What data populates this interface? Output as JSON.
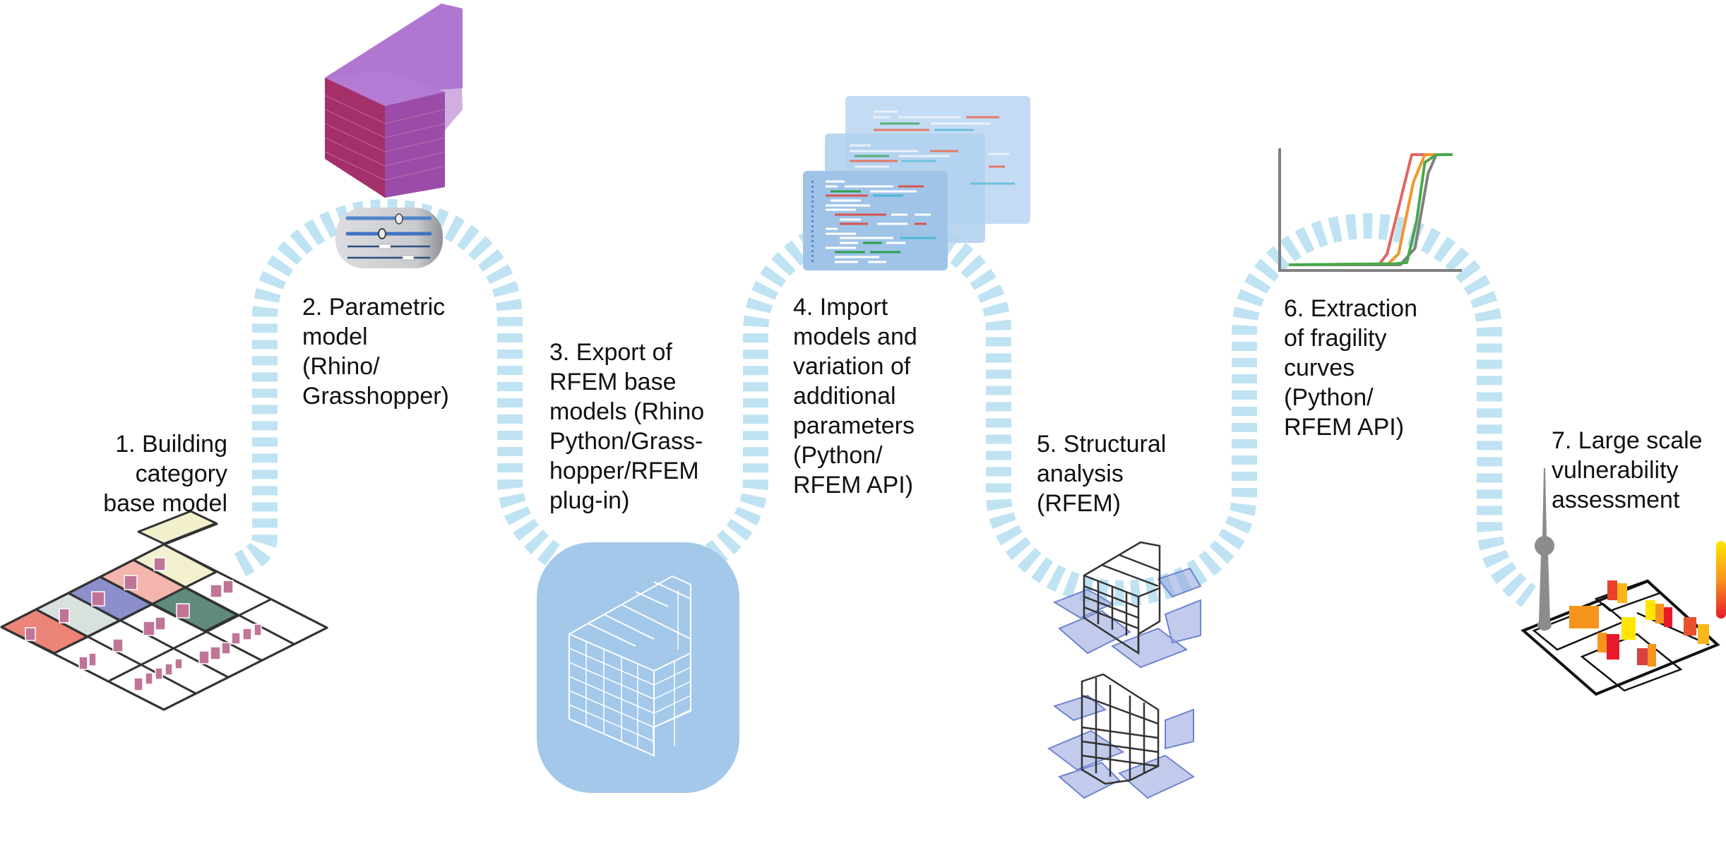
{
  "diagram": {
    "type": "workflow",
    "steps": [
      {
        "number": 1,
        "label": "1. Building\ncategory\nbase model",
        "illustration": "isometric-city-grid-icon"
      },
      {
        "number": 2,
        "label": "2. Parametric\nmodel\n(Rhino/\nGrasshopper)",
        "illustration": "parametric-building-and-sliders-icon"
      },
      {
        "number": 3,
        "label": "3. Export of\nRFEM base\nmodels (Rhino\nPython/Grass-\nhopper/RFEM\nplug-in)",
        "illustration": "wireframe-building-icon"
      },
      {
        "number": 4,
        "label": "4. Import\nmodels and\nvariation of\nadditional\nparameters\n(Python/\nRFEM API)",
        "illustration": "code-windows-icon"
      },
      {
        "number": 5,
        "label": "5. Structural\nanalysis\n(RFEM)",
        "illustration": "structural-deformation-models-icon"
      },
      {
        "number": 6,
        "label": "6. Extraction\nof fragility\ncurves\n(Python/\nRFEM API)",
        "illustration": "fragility-curves-icon"
      },
      {
        "number": 7,
        "label": "7. Large scale\nvulnerability\nassessment",
        "illustration": "city-vulnerability-map-icon"
      }
    ],
    "connector": {
      "style": "dashed-serpentine",
      "color": "#bfe3f2"
    },
    "colors": {
      "connector": "#bfe3f2",
      "model_box": "#a3c8ea",
      "code_panel_front": "#9fc4e8",
      "code_panel_back": "#c2dbf2",
      "curve_red": "#e06666",
      "curve_orange": "#f0962e",
      "curve_green": "#4aa84a",
      "curve_gray": "#808080",
      "parametric_building": "#a560c0",
      "deformation_blue": "#7a8fd8"
    },
    "fragility_curves": {
      "series": [
        {
          "name": "red",
          "color": "#e06666",
          "points": [
            [
              0,
              0
            ],
            [
              0.55,
              0
            ],
            [
              0.6,
              0.1
            ],
            [
              0.7,
              0.7
            ],
            [
              0.75,
              1
            ],
            [
              1,
              1
            ]
          ]
        },
        {
          "name": "orange",
          "color": "#f0962e",
          "points": [
            [
              0,
              0
            ],
            [
              0.6,
              0
            ],
            [
              0.67,
              0.1
            ],
            [
              0.76,
              0.75
            ],
            [
              0.83,
              1
            ],
            [
              1,
              1
            ]
          ]
        },
        {
          "name": "gray",
          "color": "#808080",
          "points": [
            [
              0,
              0
            ],
            [
              0.68,
              0
            ],
            [
              0.77,
              0.15
            ],
            [
              0.85,
              0.83
            ],
            [
              0.9,
              1
            ],
            [
              1,
              1
            ]
          ]
        },
        {
          "name": "green",
          "color": "#4aa84a",
          "points": [
            [
              0,
              0
            ],
            [
              0.65,
              0.01
            ],
            [
              0.72,
              0.02
            ],
            [
              0.78,
              0.4
            ],
            [
              0.83,
              0.93
            ],
            [
              0.9,
              1
            ],
            [
              1,
              1
            ]
          ]
        }
      ]
    },
    "colorbar": {
      "stops": [
        "#ffe600",
        "#f7941d",
        "#e8192c"
      ]
    }
  }
}
